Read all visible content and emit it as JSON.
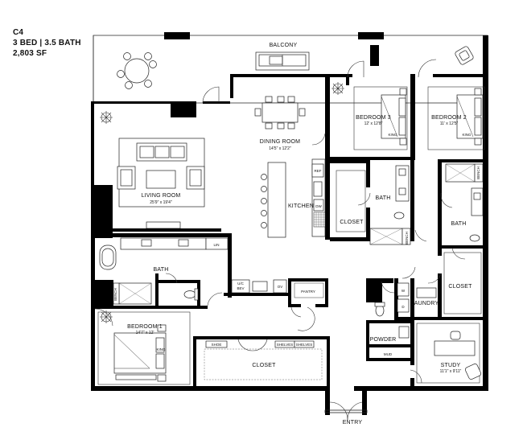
{
  "header": {
    "unit": "C4",
    "config": "3 BED | 3.5 BATH",
    "area": "2,803 SF"
  },
  "rooms": {
    "balcony": {
      "name": "BALCONY"
    },
    "dining": {
      "name": "DINING ROOM",
      "dim": "14'5\" x 12'2\""
    },
    "living": {
      "name": "LIVING ROOM",
      "dim": "25'9\" x 19'4\""
    },
    "kitchen": {
      "name": "KITCHEN"
    },
    "bedroom3": {
      "name": "BEDROOM 3",
      "dim": "12' x 12'8\""
    },
    "bedroom2": {
      "name": "BEDROOM 2",
      "dim": "11' x 12'5\""
    },
    "bedroom1": {
      "name": "BEDROOM 1",
      "dim": "14'7\" x 12'"
    },
    "bath_primary": {
      "name": "BATH"
    },
    "bath_center": {
      "name": "BATH"
    },
    "bath_right": {
      "name": "BATH"
    },
    "closet_center": {
      "name": "CLOSET"
    },
    "closet_right": {
      "name": "CLOSET"
    },
    "closet_primary": {
      "name": "CLOSET"
    },
    "pantry": {
      "name": "PANTRY"
    },
    "laundry": {
      "name": "LAUNDRY"
    },
    "powder": {
      "name": "POWDER"
    },
    "mud": {
      "name": "MUD"
    },
    "study": {
      "name": "STUDY",
      "dim": "11'1\" x 9'11\""
    },
    "entry": {
      "name": "ENTRY"
    }
  },
  "fixtures": {
    "lin": "LIN",
    "bench_primary": "BENCH",
    "bench_center": "BENCH",
    "bench_right": "BENCH",
    "uc_bev": "U/C\nBEV",
    "ov": "OV",
    "ref": "REF",
    "dw": "DW",
    "shoe": "SHOE",
    "shelves_1": "SHELVES",
    "shelves_2": "SHELVES",
    "washer": "W",
    "dryer": "D",
    "king_b3": "KING",
    "king_b2": "KING",
    "king_b1": "KING"
  }
}
